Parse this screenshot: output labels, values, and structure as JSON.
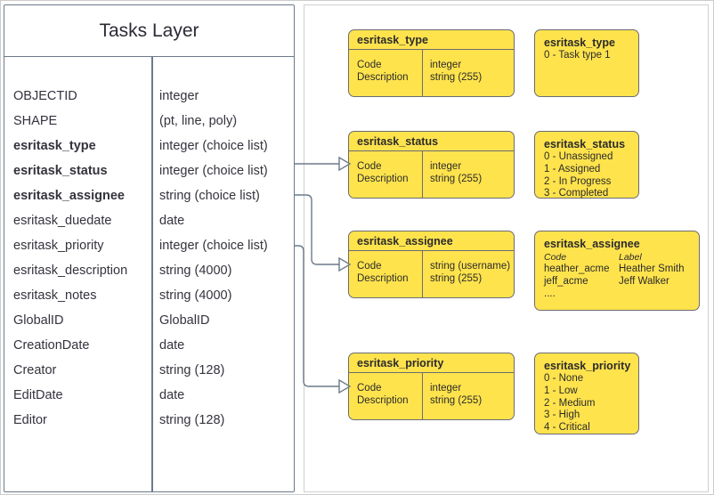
{
  "entity": {
    "title": "Tasks Layer",
    "fields": [
      {
        "name": "OBJECTID",
        "type": "integer",
        "bold": false
      },
      {
        "name": "SHAPE",
        "type": "(pt, line, poly)",
        "bold": false
      },
      {
        "name": "esritask_type",
        "type": "integer (choice list)",
        "bold": true
      },
      {
        "name": "esritask_status",
        "type": "integer (choice list)",
        "bold": true
      },
      {
        "name": "esritask_assignee",
        "type": "string (choice list)",
        "bold": true
      },
      {
        "name": "esritask_duedate",
        "type": "date",
        "bold": false
      },
      {
        "name": "esritask_priority",
        "type": "integer (choice list)",
        "bold": false
      },
      {
        "name": "esritask_description",
        "type": "string (4000)",
        "bold": false
      },
      {
        "name": "esritask_notes",
        "type": "string (4000)",
        "bold": false
      },
      {
        "name": "GlobalID",
        "type": "GlobalID",
        "bold": false
      },
      {
        "name": "CreationDate",
        "type": "date",
        "bold": false
      },
      {
        "name": "Creator",
        "type": "string (128)",
        "bold": false
      },
      {
        "name": "EditDate",
        "type": "date",
        "bold": false
      },
      {
        "name": "Editor",
        "type": "string (128)",
        "bold": false
      }
    ]
  },
  "schema_boxes": [
    {
      "title": "esritask_type",
      "left_col": [
        "Code",
        "Description"
      ],
      "right_col": [
        "integer",
        "string (255)"
      ]
    },
    {
      "title": "esritask_status",
      "left_col": [
        "Code",
        "Description"
      ],
      "right_col": [
        "integer",
        "string (255)"
      ]
    },
    {
      "title": "esritask_assignee",
      "left_col": [
        "Code",
        "Description"
      ],
      "right_col": [
        "string  (username)",
        "string (255)"
      ]
    },
    {
      "title": "esritask_priority",
      "left_col": [
        "Code",
        "Description"
      ],
      "right_col": [
        "integer",
        "string (255)"
      ]
    }
  ],
  "value_boxes": [
    {
      "title": "esritask_type",
      "lines": [
        "0 - Task type 1"
      ]
    },
    {
      "title": "esritask_status",
      "lines": [
        "0 - Unassigned",
        "1 - Assigned",
        "2 - In Progress",
        "3 - Completed"
      ]
    },
    {
      "title": "esritask_assignee",
      "header": {
        "code": "Code",
        "label": "Label"
      },
      "rows": [
        {
          "code": "heather_acme",
          "label": "Heather Smith"
        },
        {
          "code": "jeff_acme",
          "label": "Jeff Walker"
        },
        {
          "code": "....",
          "label": ""
        }
      ]
    },
    {
      "title": "esritask_priority",
      "lines": [
        "0 - None",
        "1 - Low",
        "2 - Medium",
        "3 - High",
        "4 - Critical"
      ]
    }
  ],
  "colors": {
    "yellow_fill": "#ffe34d",
    "box_border": "#6b6b73",
    "table_border": "#6c7a89",
    "text": "#33333d"
  }
}
